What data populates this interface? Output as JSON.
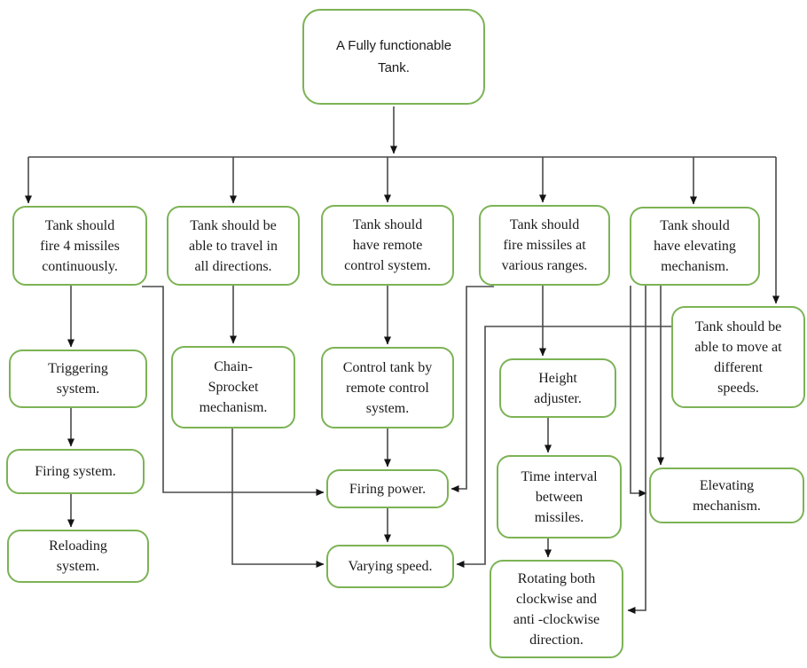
{
  "diagram": {
    "title": "A Fully functionable Tank.",
    "nodes": {
      "root": {
        "label": "A Fully functionable\nTank."
      },
      "req_missiles": {
        "label": "Tank should\nfire 4 missiles\ncontinuously."
      },
      "req_travel": {
        "label": "Tank should be\nable to travel in\nall directions."
      },
      "req_remote": {
        "label": "Tank should\nhave remote\ncontrol system."
      },
      "req_ranges": {
        "label": "Tank should\nfire missiles at\nvarious ranges."
      },
      "req_elevating": {
        "label": "Tank should\nhave elevating\nmechanism."
      },
      "req_speeds": {
        "label": "Tank should be\nable to move at\ndifferent\nspeeds."
      },
      "triggering": {
        "label": "Triggering\nsystem."
      },
      "chain_sprocket": {
        "label": "Chain-\nSprocket\nmechanism."
      },
      "control_tank": {
        "label": "Control tank by\nremote control\nsystem."
      },
      "height_adjuster": {
        "label": "Height\nadjuster."
      },
      "firing_system": {
        "label": "Firing system."
      },
      "reloading": {
        "label": "Reloading\nsystem."
      },
      "firing_power": {
        "label": "Firing power."
      },
      "varying_speed": {
        "label": "Varying speed."
      },
      "time_interval": {
        "label": "Time interval\nbetween\nmissiles."
      },
      "elevating_mechanism": {
        "label": "Elevating\nmechanism."
      },
      "rotating": {
        "label": "Rotating both\nclockwise and\nanti -clockwise\ndirection."
      }
    },
    "edges": [
      {
        "from": "root",
        "to": "req_missiles"
      },
      {
        "from": "root",
        "to": "req_travel"
      },
      {
        "from": "root",
        "to": "req_remote"
      },
      {
        "from": "root",
        "to": "req_ranges"
      },
      {
        "from": "root",
        "to": "req_elevating"
      },
      {
        "from": "root",
        "to": "req_speeds"
      },
      {
        "from": "req_missiles",
        "to": "triggering"
      },
      {
        "from": "req_missiles",
        "to": "firing_power",
        "via": "left"
      },
      {
        "from": "triggering",
        "to": "firing_system"
      },
      {
        "from": "firing_system",
        "to": "reloading"
      },
      {
        "from": "req_travel",
        "to": "chain_sprocket"
      },
      {
        "from": "chain_sprocket",
        "to": "varying_speed",
        "via": "left"
      },
      {
        "from": "req_remote",
        "to": "control_tank"
      },
      {
        "from": "control_tank",
        "to": "firing_power",
        "via": "top"
      },
      {
        "from": "firing_power",
        "to": "varying_speed",
        "via": "top"
      },
      {
        "from": "req_ranges",
        "to": "firing_power",
        "via": "right"
      },
      {
        "from": "req_ranges",
        "to": "height_adjuster"
      },
      {
        "from": "height_adjuster",
        "to": "time_interval"
      },
      {
        "from": "time_interval",
        "to": "rotating",
        "via": "top"
      },
      {
        "from": "req_elevating",
        "to": "elevating_mechanism",
        "via": "top"
      },
      {
        "from": "req_elevating",
        "to": "elevating_mechanism",
        "via": "left"
      },
      {
        "from": "req_elevating",
        "to": "rotating",
        "via": "right"
      },
      {
        "from": "req_speeds",
        "to": "varying_speed",
        "via": "right"
      }
    ],
    "colors": {
      "node_border": "#7cb355",
      "connector": "#4a4a4a",
      "arrowhead": "#141414",
      "text": "#1b1b1b",
      "background": "#ffffff"
    }
  }
}
